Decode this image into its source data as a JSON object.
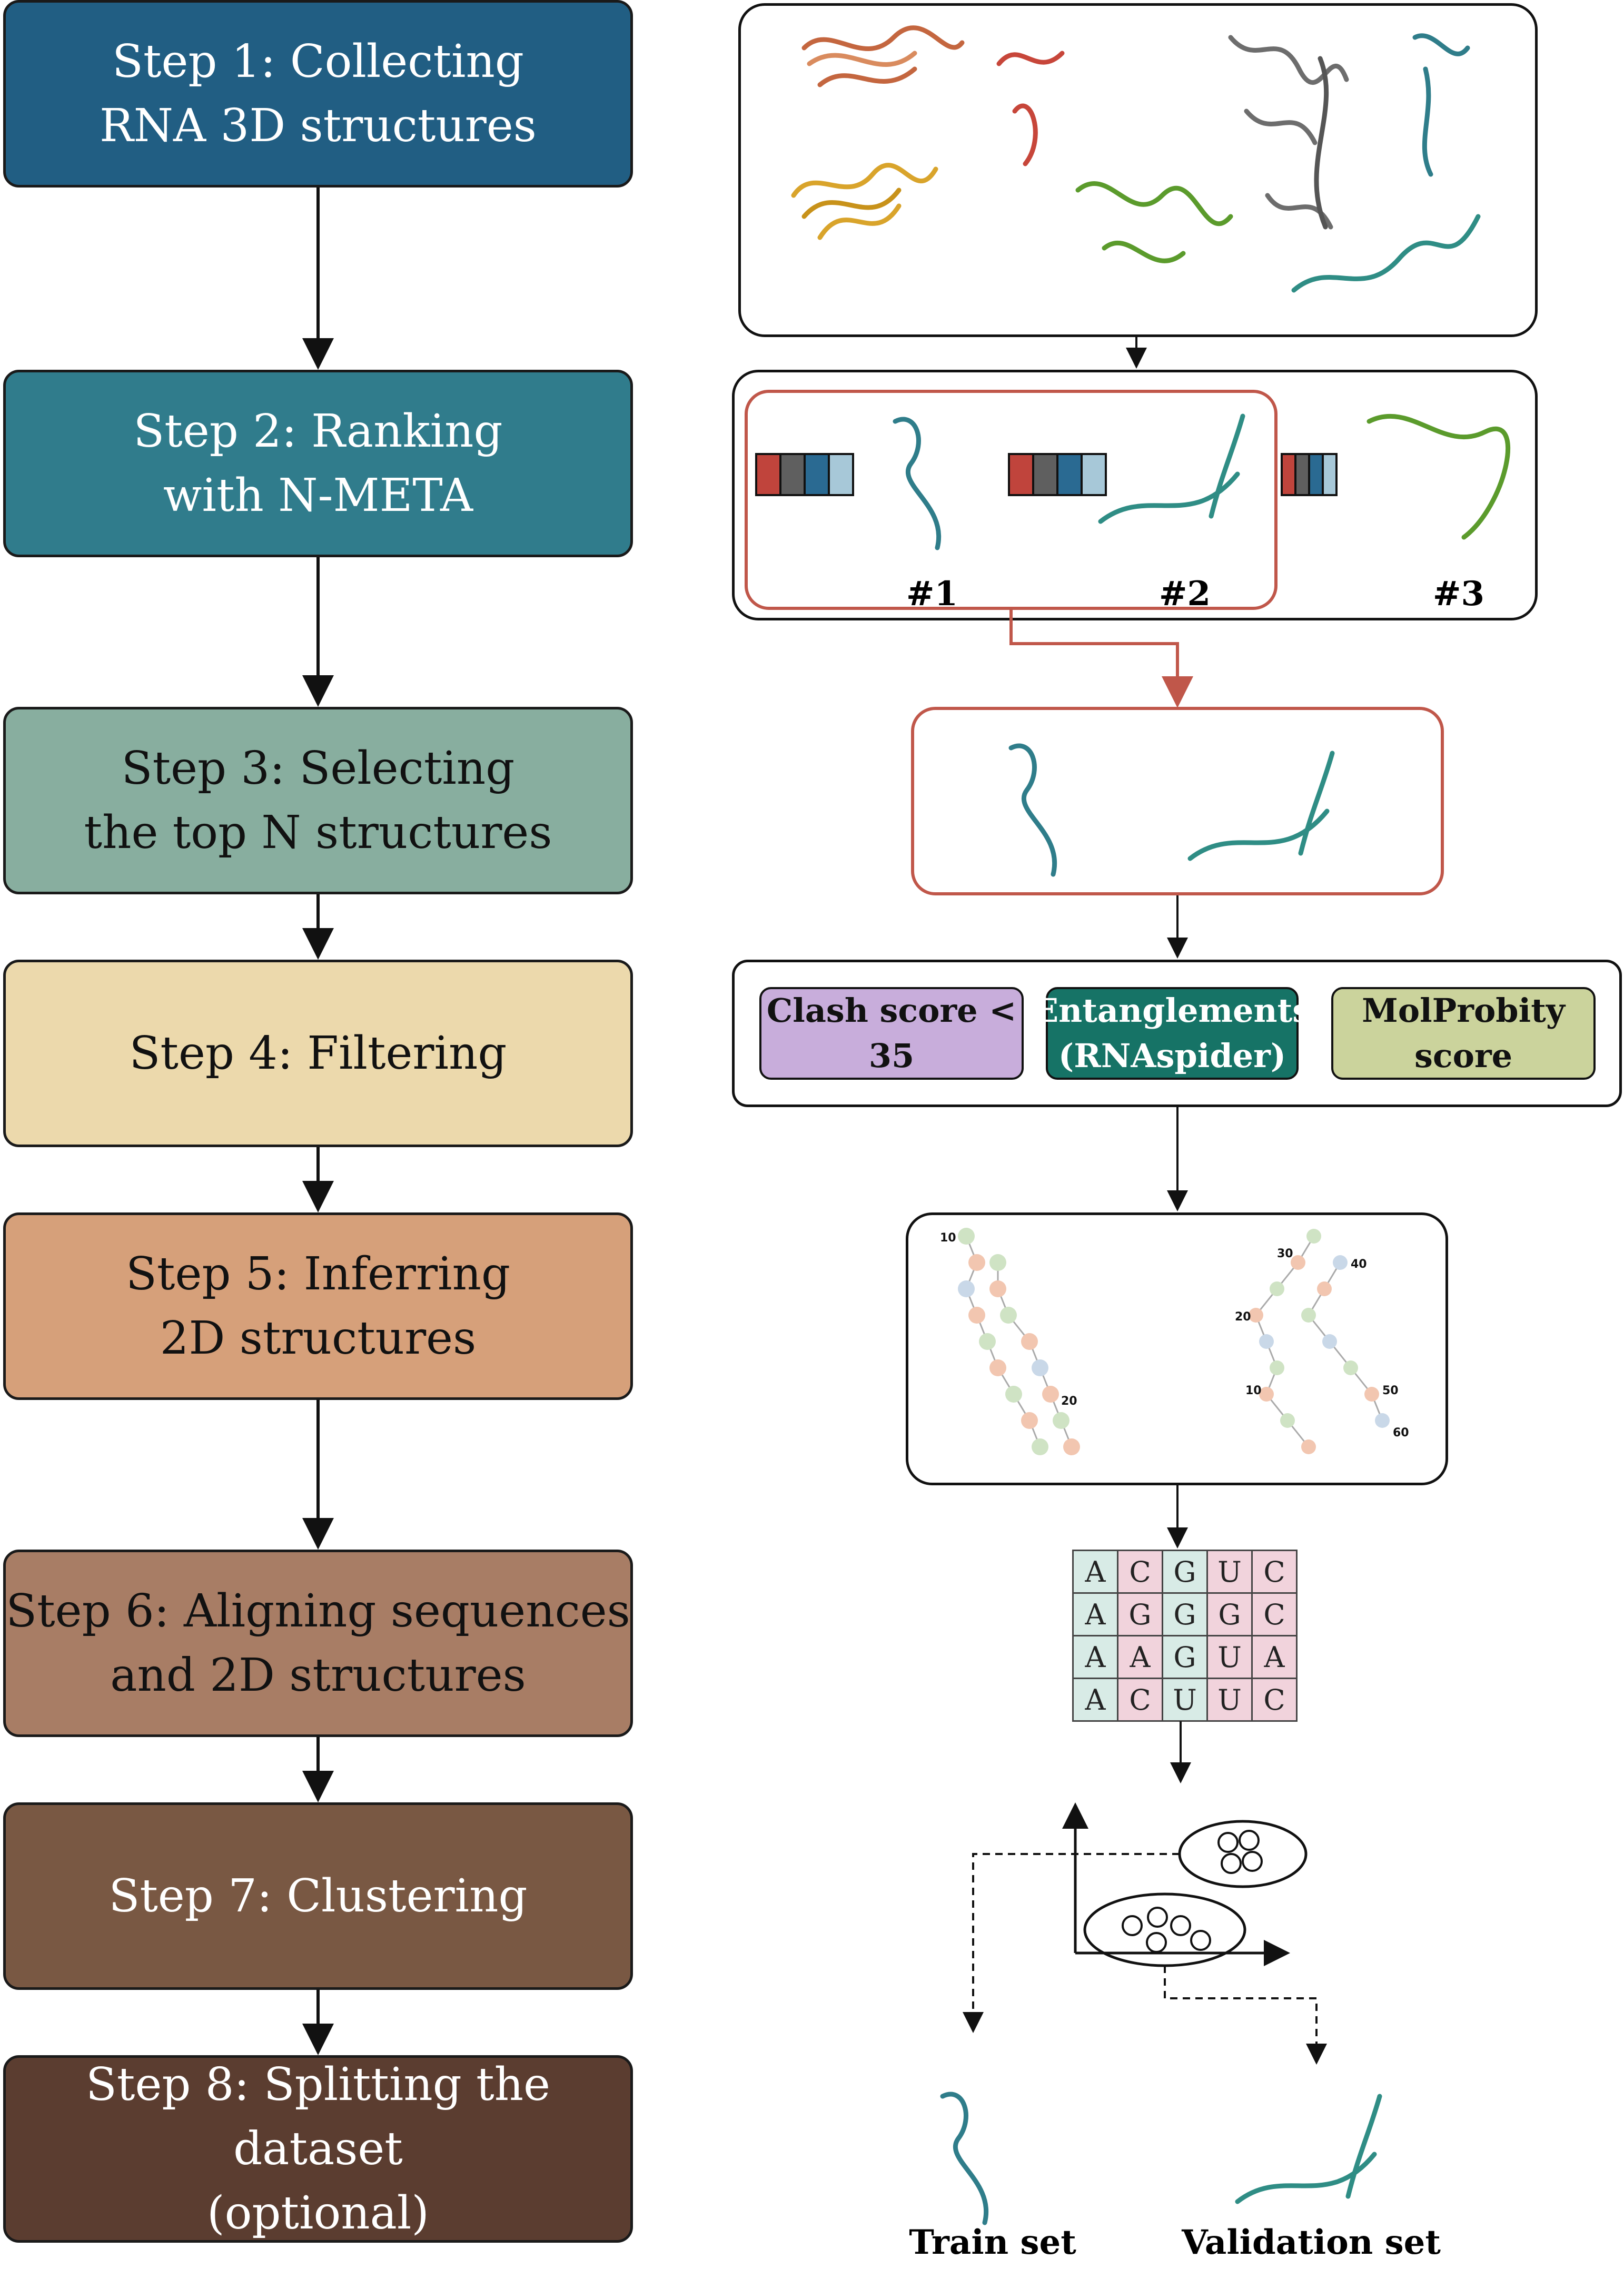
{
  "steps": [
    {
      "label": "Step 1: Collecting\nRNA 3D structures",
      "bg": "#215e83",
      "fg": "#ffffff"
    },
    {
      "label": "Step 2: Ranking\nwith N-META",
      "bg": "#307c8c",
      "fg": "#ffffff"
    },
    {
      "label": "Step 3: Selecting\nthe top N structures",
      "bg": "#88ae9f",
      "fg": "#111111"
    },
    {
      "label": "Step 4: Filtering",
      "bg": "#ecd9ac",
      "fg": "#111111"
    },
    {
      "label": "Step 5: Inferring\n2D structures",
      "bg": "#d6a07a",
      "fg": "#111111"
    },
    {
      "label": "Step 6: Aligning sequences\nand 2D structures",
      "bg": "#a87d65",
      "fg": "#111111"
    },
    {
      "label": "Step 7: Clustering",
      "bg": "#795843",
      "fg": "#ffffff"
    },
    {
      "label": "Step 8: Splitting the dataset\n(optional)",
      "bg": "#5b3d30",
      "fg": "#ffffff"
    }
  ],
  "ranking": {
    "ranks": [
      "#1",
      "#2",
      "#3"
    ]
  },
  "filters": [
    {
      "label": "Clash score < 35",
      "bg": "#c8addb",
      "fg": "#111111"
    },
    {
      "label": "Entanglements\n(RNAspider)",
      "bg": "#167366",
      "fg": "#ffffff"
    },
    {
      "label": "MolProbity\nscore",
      "bg": "#cbd39c",
      "fg": "#111111"
    }
  ],
  "secondary_structure": {
    "left_labels": [
      "10",
      "20"
    ],
    "right_labels": [
      "20",
      "30",
      "40",
      "10",
      "50",
      "60"
    ]
  },
  "alignment": {
    "rows": [
      [
        "A",
        "C",
        "G",
        "U",
        "C"
      ],
      [
        "A",
        "G",
        "G",
        "G",
        "C"
      ],
      [
        "A",
        "A",
        "G",
        "U",
        "A"
      ],
      [
        "A",
        "C",
        "U",
        "U",
        "C"
      ]
    ],
    "column_colors": [
      "#d8ebe6",
      "#f1d3dc",
      "#d8ebe6",
      "#f1d3dc",
      "#f1d3dc"
    ]
  },
  "split": {
    "train_label": "Train set",
    "validation_label": "Validation set"
  },
  "colors": {
    "rank_box": "#c0574a",
    "arrow": "#111111"
  }
}
